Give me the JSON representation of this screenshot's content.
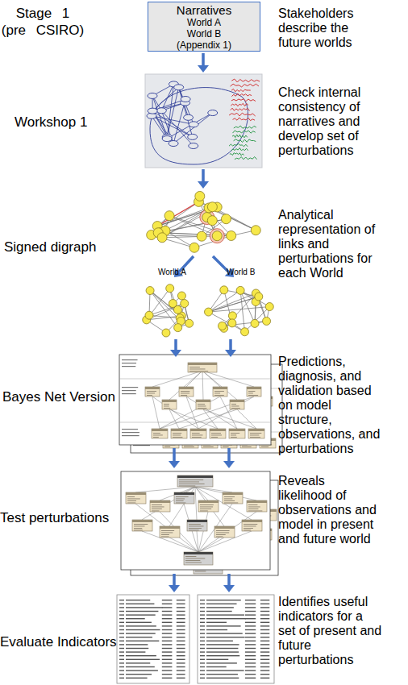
{
  "diagram": {
    "nodes": [
      {
        "text": [
          "Narratives",
          "World A World B (Appendix 1)"
        ]
      }
    ],
    "labels": [
      "Stage 1 (pre CSIRO)",
      "Stakeholders describe the future worlds",
      "Workshop 1",
      "Check internal consistency of narratives and develop set of perturbations",
      "Signed digraph",
      "Analytical representation of links and perturbations for each World",
      "World A",
      "World B",
      "Bayes Net Version",
      "Predictions, diagnosis, and validation based on model structure, observations, and perturbations",
      "Test perturbations",
      "Reveals likelihood of observations and model in present and future world",
      "Evaluate Indicators",
      "Identifies useful indicators for a set of present and future perturbations"
    ]
  }
}
